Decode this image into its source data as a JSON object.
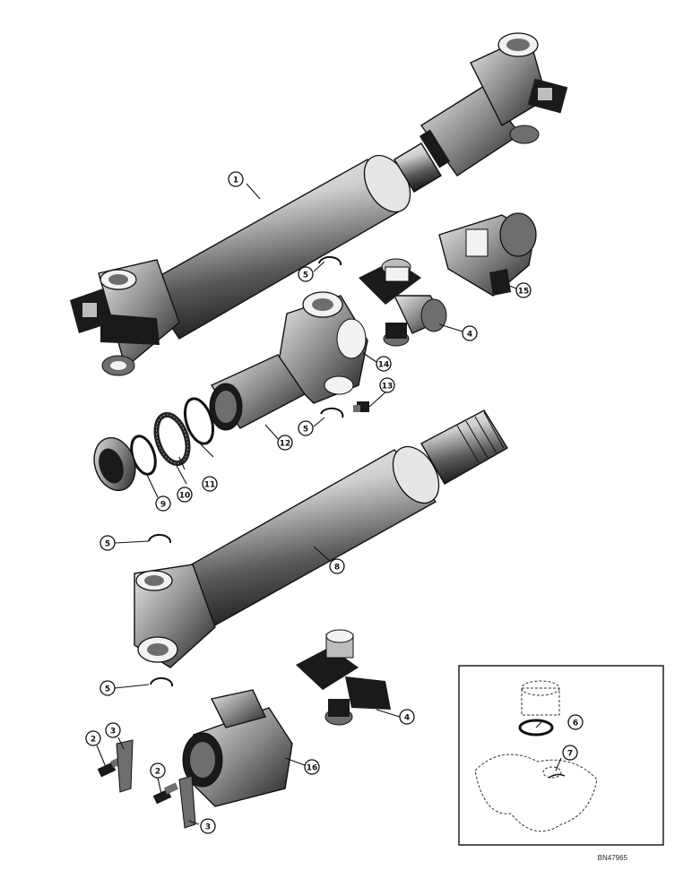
{
  "drawing_code": "BN47965",
  "callouts": [
    {
      "id": "callout-1",
      "label": "1"
    },
    {
      "id": "callout-2a",
      "label": "2"
    },
    {
      "id": "callout-2b",
      "label": "2"
    },
    {
      "id": "callout-3a",
      "label": "3"
    },
    {
      "id": "callout-3b",
      "label": "3"
    },
    {
      "id": "callout-4a",
      "label": "4"
    },
    {
      "id": "callout-4b",
      "label": "4"
    },
    {
      "id": "callout-5a",
      "label": "5"
    },
    {
      "id": "callout-5b",
      "label": "5"
    },
    {
      "id": "callout-5c",
      "label": "5"
    },
    {
      "id": "callout-5d",
      "label": "5"
    },
    {
      "id": "callout-6",
      "label": "6"
    },
    {
      "id": "callout-7",
      "label": "7"
    },
    {
      "id": "callout-8",
      "label": "8"
    },
    {
      "id": "callout-9",
      "label": "9"
    },
    {
      "id": "callout-10",
      "label": "10"
    },
    {
      "id": "callout-11",
      "label": "11"
    },
    {
      "id": "callout-12",
      "label": "12"
    },
    {
      "id": "callout-13",
      "label": "13"
    },
    {
      "id": "callout-14",
      "label": "14"
    },
    {
      "id": "callout-15",
      "label": "15"
    },
    {
      "id": "callout-16",
      "label": "16"
    }
  ]
}
